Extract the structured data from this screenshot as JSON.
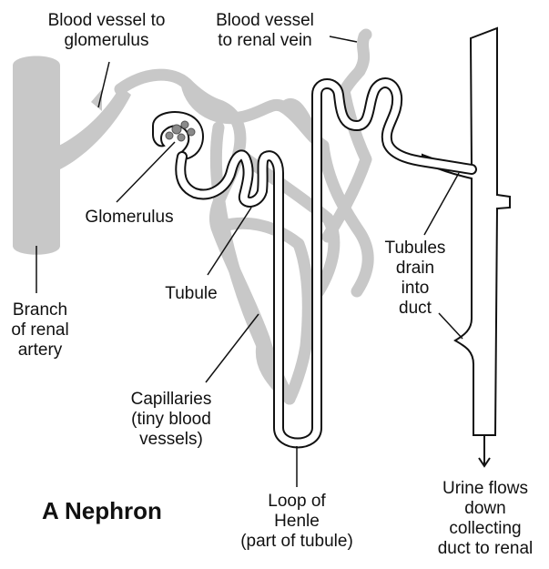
{
  "title": "A Nephron",
  "labels": {
    "vessel_to_glomerulus": [
      "Blood vessel to",
      "glomerulus"
    ],
    "vessel_to_vein": [
      "Blood vessel",
      "to renal vein"
    ],
    "glomerulus": [
      "Glomerulus"
    ],
    "branch_artery": [
      "Branch",
      "of renal",
      "artery"
    ],
    "tubule": [
      "Tubule"
    ],
    "capillaries": [
      "Capillaries",
      "(tiny blood",
      "vessels)"
    ],
    "loop": [
      "Loop of",
      "Henle",
      "(part of tubule)"
    ],
    "tubules_drain": [
      "Tubules",
      "drain",
      "into",
      "duct"
    ],
    "urine": [
      "Urine flows",
      "down",
      "collecting",
      "duct to renal"
    ]
  },
  "colors": {
    "vessel_fill": "#c8c8c8",
    "outline": "#111111",
    "background": "#ffffff"
  },
  "icons": [
    "down-arrow-icon"
  ]
}
